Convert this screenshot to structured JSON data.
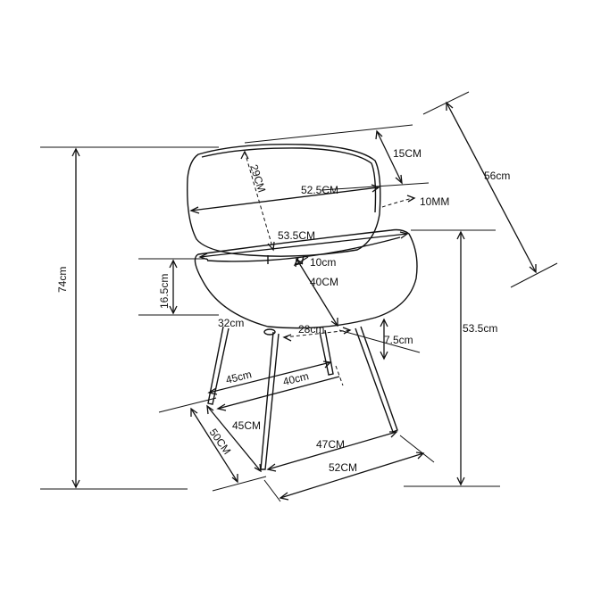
{
  "diagram": {
    "labels": {
      "height_total": "74cm",
      "seat_height": "53.5cm",
      "overall_depth": "56cm",
      "back_height": "15CM",
      "back_inner_height": "29CM",
      "back_width": "52.5CM",
      "back_thickness": "10MM",
      "seat_width": "53.5CM",
      "seat_depth_gap": "10cm",
      "seat_depth": "40CM",
      "armrest_height": "16.5cm",
      "seat_front": "32cm",
      "leg_inner_span": "28cm",
      "seat_drop": "7.5cm",
      "base_side_upper": "45cm",
      "base_side_inner": "40cm",
      "base_depth_upper": "45CM",
      "base_depth_lower": "50CM",
      "base_front_inner": "47CM",
      "base_front_outer": "52CM"
    }
  }
}
